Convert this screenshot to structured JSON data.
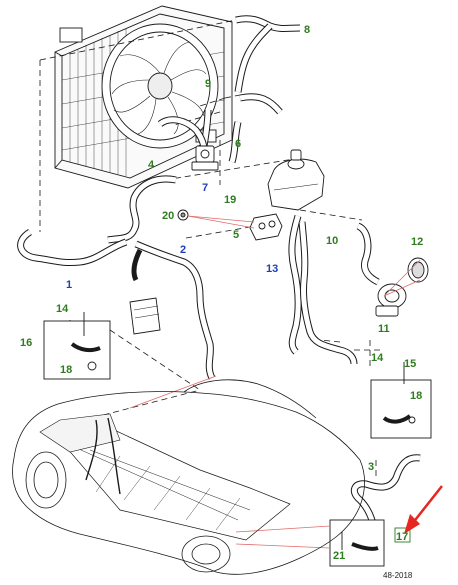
{
  "colors": {
    "green_label": "#2e7d1e",
    "blue_label": "#1f3fb8",
    "red_arrow": "#e5271f",
    "callout_line": "#e06b6b",
    "line": "#1a1a1a"
  },
  "labels": [
    {
      "id": "1",
      "text": "1",
      "color": "blue"
    },
    {
      "id": "2",
      "text": "2",
      "color": "blue"
    },
    {
      "id": "3",
      "text": "3",
      "color": "green"
    },
    {
      "id": "4",
      "text": "4",
      "color": "green"
    },
    {
      "id": "5",
      "text": "5",
      "color": "green"
    },
    {
      "id": "6",
      "text": "6",
      "color": "green"
    },
    {
      "id": "7",
      "text": "7",
      "color": "blue"
    },
    {
      "id": "8",
      "text": "8",
      "color": "green"
    },
    {
      "id": "9",
      "text": "9",
      "color": "green"
    },
    {
      "id": "10",
      "text": "10",
      "color": "green"
    },
    {
      "id": "11",
      "text": "11",
      "color": "green"
    },
    {
      "id": "12",
      "text": "12",
      "color": "green"
    },
    {
      "id": "13",
      "text": "13",
      "color": "blue"
    },
    {
      "id": "14a",
      "text": "14",
      "color": "green"
    },
    {
      "id": "14b",
      "text": "14",
      "color": "green"
    },
    {
      "id": "15",
      "text": "15",
      "color": "green"
    },
    {
      "id": "16",
      "text": "16",
      "color": "green"
    },
    {
      "id": "17",
      "text": "17",
      "color": "green"
    },
    {
      "id": "18a",
      "text": "18",
      "color": "green"
    },
    {
      "id": "18b",
      "text": "18",
      "color": "green"
    },
    {
      "id": "19",
      "text": "19",
      "color": "green"
    },
    {
      "id": "20",
      "text": "20",
      "color": "green"
    },
    {
      "id": "21",
      "text": "21",
      "color": "green"
    }
  ],
  "footer": {
    "code": "48-2018"
  }
}
